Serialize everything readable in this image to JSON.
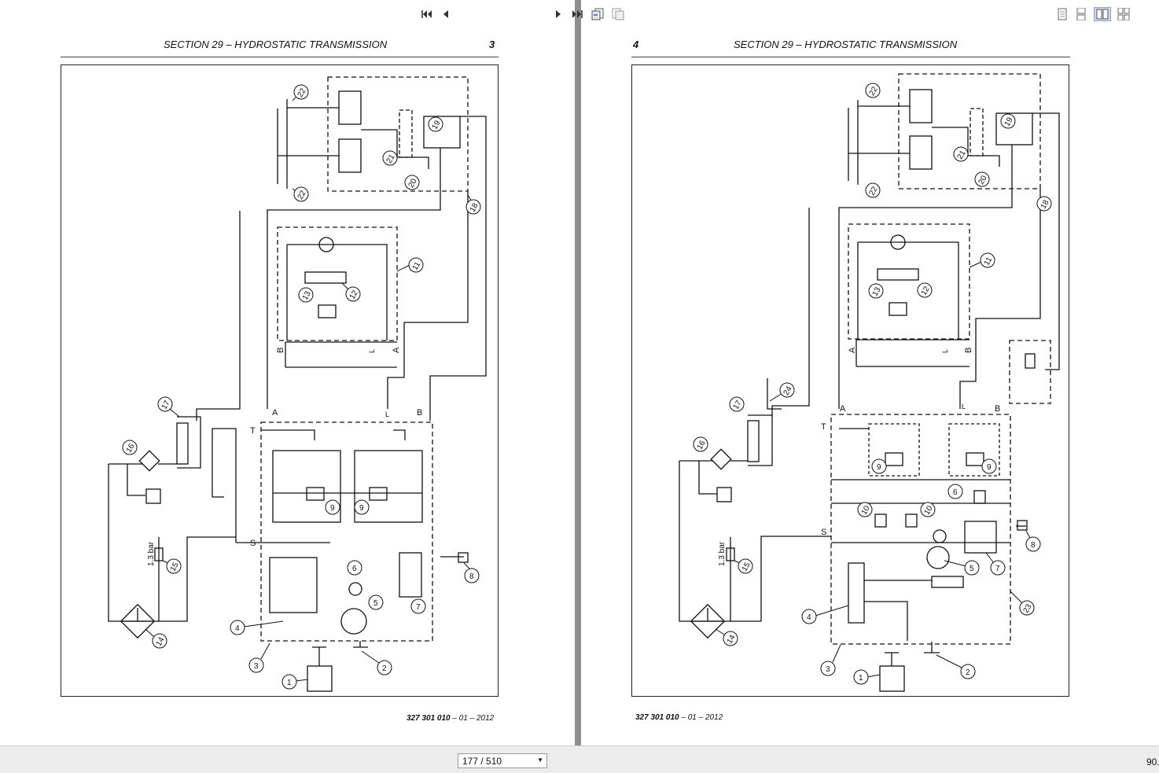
{
  "pages": [
    {
      "header": "SECTION 29 – HYDROSTATIC TRANSMISSION",
      "page_number": "3",
      "footer_code": "327 301 010",
      "footer_date": " – 01 – 2012",
      "port_labels": [
        "A",
        "B",
        "L",
        "A",
        "B",
        "T",
        "S"
      ],
      "pressure_label": "1.3 bar",
      "callouts": [
        "1",
        "2",
        "3",
        "4",
        "5",
        "6",
        "7",
        "8",
        "9",
        "9",
        "11",
        "12",
        "13",
        "14",
        "15",
        "16",
        "17",
        "18",
        "19",
        "20",
        "21",
        "22",
        "22"
      ]
    },
    {
      "header": "SECTION 29 – HYDROSTATIC TRANSMISSION",
      "page_number": "4",
      "footer_code": "327 301 010",
      "footer_date": " – 01 – 2012",
      "port_labels": [
        "A",
        "B",
        "L",
        "A",
        "B",
        "T",
        "S"
      ],
      "pressure_label": "1.3 bar",
      "callouts": [
        "1",
        "2",
        "3",
        "4",
        "5",
        "6",
        "7",
        "8",
        "9",
        "9",
        "10",
        "10",
        "11",
        "12",
        "13",
        "14",
        "15",
        "16",
        "17",
        "18",
        "19",
        "20",
        "21",
        "22",
        "22",
        "23",
        "24"
      ]
    }
  ],
  "toolbar": {
    "page_indicator": "177 / 510",
    "zoom": "90."
  }
}
